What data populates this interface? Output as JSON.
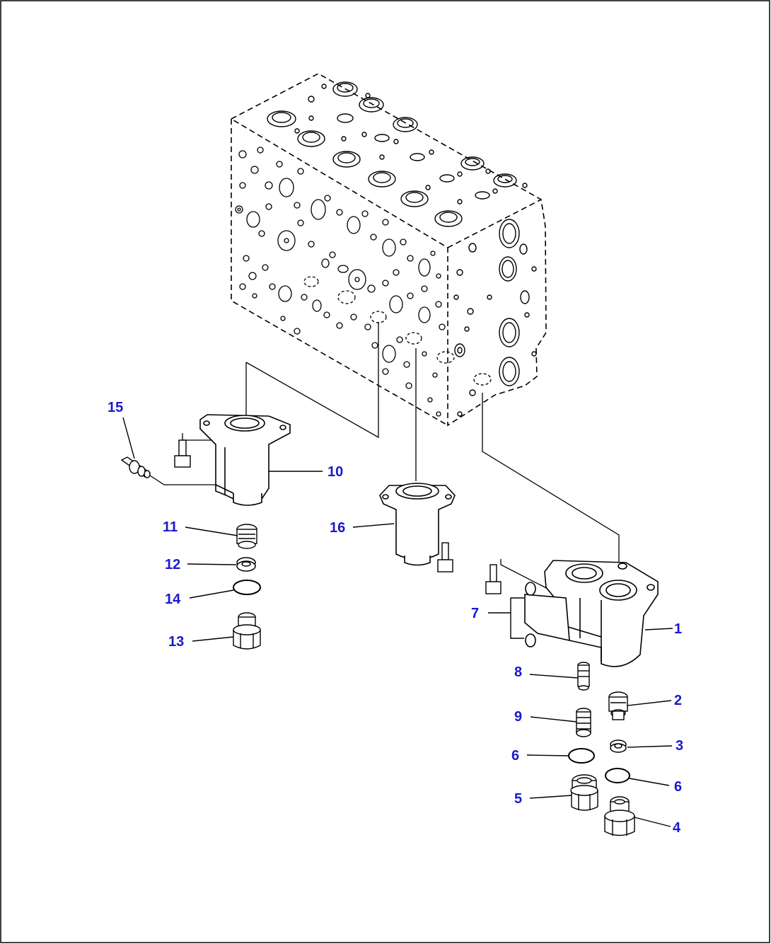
{
  "colors": {
    "label": "#1a1acc",
    "line": "#000000",
    "background": "#ffffff"
  },
  "callouts": [
    {
      "id": "15",
      "text": "15"
    },
    {
      "id": "10",
      "text": "10"
    },
    {
      "id": "11",
      "text": "11"
    },
    {
      "id": "12",
      "text": "12"
    },
    {
      "id": "14",
      "text": "14"
    },
    {
      "id": "13",
      "text": "13"
    },
    {
      "id": "16",
      "text": "16"
    },
    {
      "id": "7",
      "text": "7"
    },
    {
      "id": "1",
      "text": "1"
    },
    {
      "id": "8",
      "text": "8"
    },
    {
      "id": "2",
      "text": "2"
    },
    {
      "id": "9",
      "text": "9"
    },
    {
      "id": "3",
      "text": "3"
    },
    {
      "id": "6a",
      "text": "6"
    },
    {
      "id": "6b",
      "text": "6"
    },
    {
      "id": "5",
      "text": "5"
    },
    {
      "id": "4",
      "text": "4"
    }
  ]
}
